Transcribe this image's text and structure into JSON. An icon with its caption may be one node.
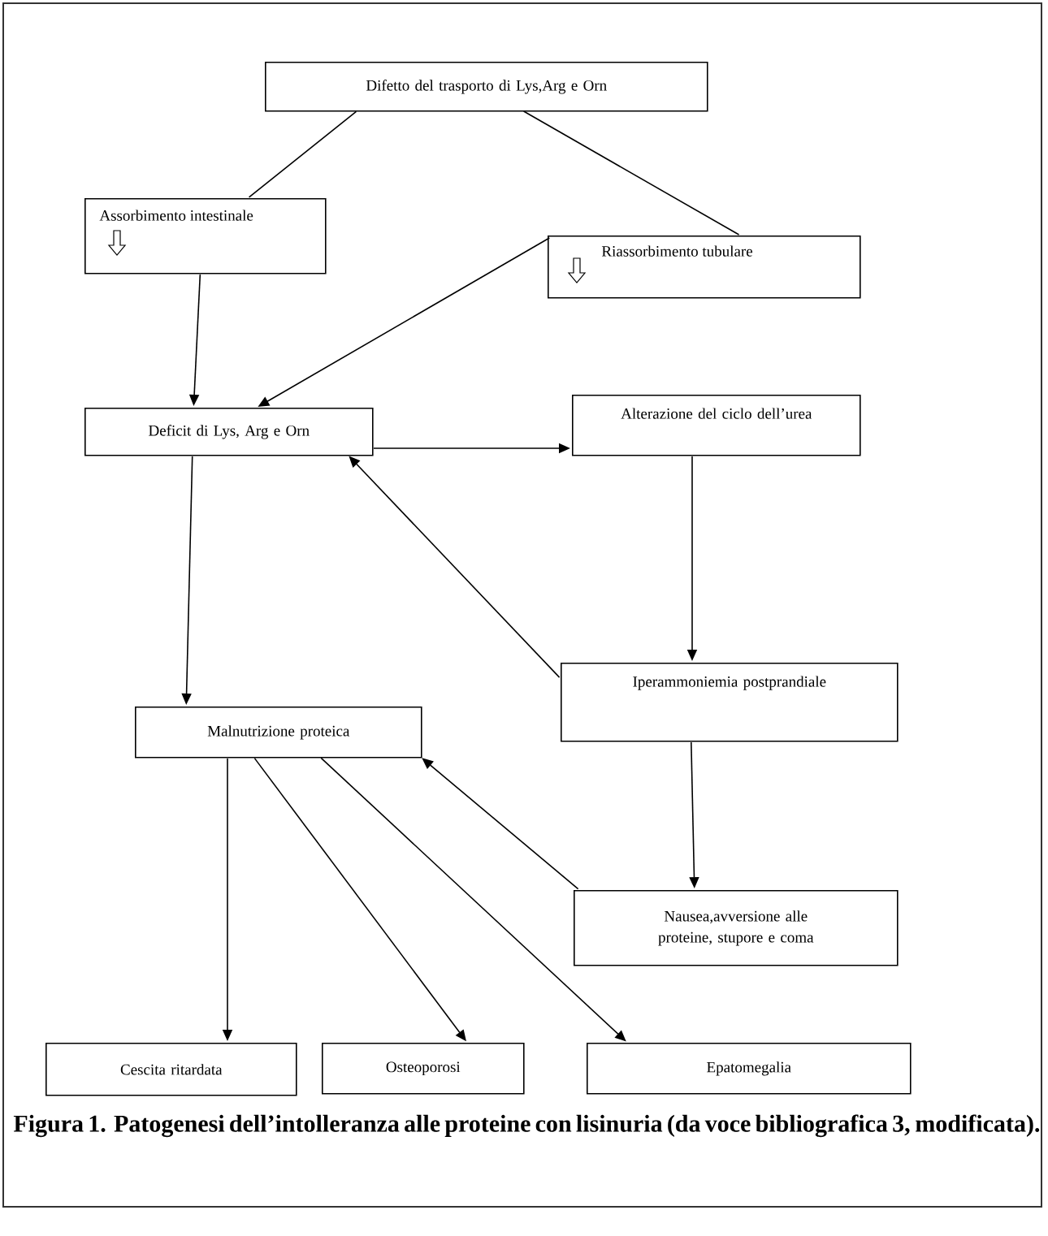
{
  "diagram": {
    "caption": "Figura 1. Patogenesi dell’intolleranza alle proteine con lisinuria (da voce bibliografica 3, modificata).",
    "nodes": [
      {
        "text": [
          "Difetto del trasporto di Lys,Arg e Orn"
        ]
      },
      {
        "text": [
          "Assorbimento intestinale"
        ]
      },
      {
        "text": [
          "Riassorbimento tubulare"
        ]
      },
      {
        "text": [
          "Deficit di Lys, Arg e Orn"
        ]
      },
      {
        "text": [
          "Alterazione del ciclo dell’urea"
        ]
      },
      {
        "text": [
          "Iperammoniemia postprandiale"
        ]
      },
      {
        "text": [
          "Malnutrizione proteica"
        ]
      },
      {
        "text": [
          "Nausea,avversione alle proteine, stupore e coma"
        ]
      },
      {
        "text": [
          "Cescita ritardata"
        ]
      },
      {
        "text": [
          "Osteoporosi"
        ]
      },
      {
        "text": [
          "Epatomegalia"
        ]
      }
    ],
    "edges": [
      {
        "from": 0,
        "to": 1,
        "arrow": "none"
      },
      {
        "from": 0,
        "to": 2,
        "arrow": "none"
      },
      {
        "from": 1,
        "to": 3,
        "arrow": "to"
      },
      {
        "from": 2,
        "to": 3,
        "arrow": "to"
      },
      {
        "from": 3,
        "to": 4,
        "arrow": "to"
      },
      {
        "from": 3,
        "to": 6,
        "arrow": "to"
      },
      {
        "from": 5,
        "to": 3,
        "arrow": "to"
      },
      {
        "from": 4,
        "to": 5,
        "arrow": "to"
      },
      {
        "from": 5,
        "to": 7,
        "arrow": "to"
      },
      {
        "from": 7,
        "to": 6,
        "arrow": "to"
      },
      {
        "from": 6,
        "to": 8,
        "arrow": "to"
      },
      {
        "from": 6,
        "to": 9,
        "arrow": "to"
      },
      {
        "from": 6,
        "to": 10,
        "arrow": "to"
      }
    ]
  }
}
